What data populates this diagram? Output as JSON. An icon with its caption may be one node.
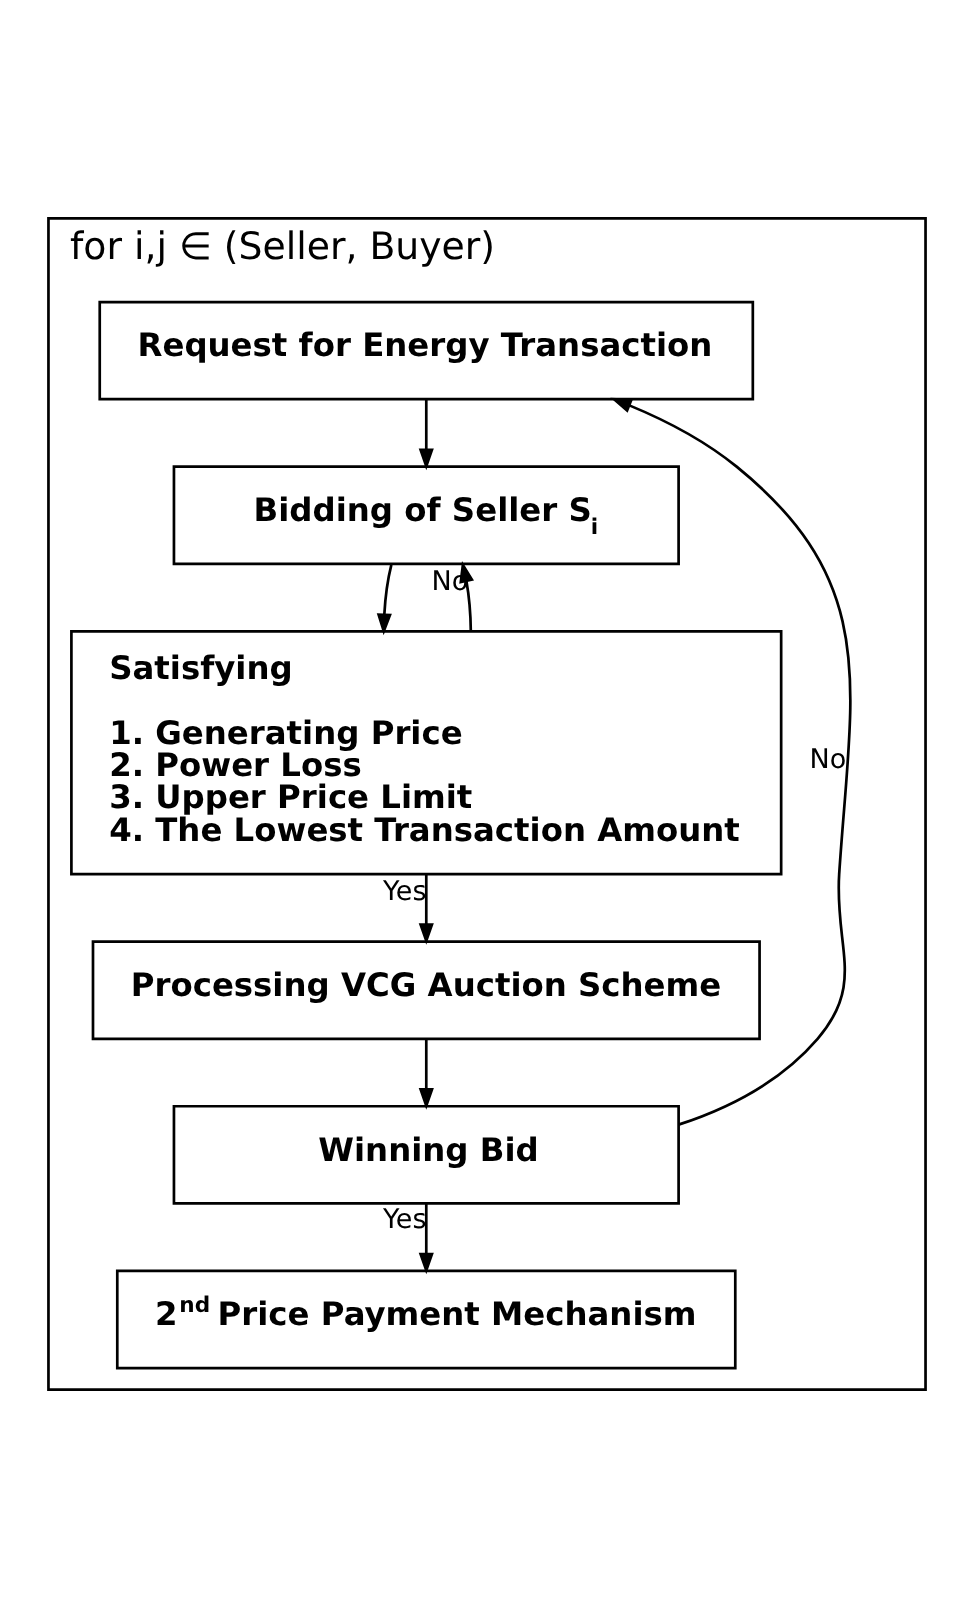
{
  "diagram": {
    "nodes": [
      {
        "text": [
          "for i,j ∈ (Seller, Buyer)"
        ]
      },
      {
        "text": [
          "Request for Energy Transaction"
        ],
        "in": 0
      },
      {
        "text": [
          "Bidding of Seller S$_{i}$"
        ],
        "in": 0
      },
      {
        "text": [
          "Satisfying",
          "1. Generating Price",
          "2. Power Loss",
          "3. Upper Price Limit",
          "4. The Lowest Transaction Amount"
        ],
        "in": 0
      },
      {
        "text": [
          "Processing VCG Auction Scheme"
        ],
        "in": 0
      },
      {
        "text": [
          "Winning Bid"
        ],
        "in": 0
      },
      {
        "text": [
          "2$^{nd}$ Price Payment Mechanism"
        ],
        "in": 0
      }
    ],
    "edges": [
      {
        "from": 1,
        "to": 2,
        "arrow": "to"
      },
      {
        "from": 2,
        "to": 3,
        "arrow": "to"
      },
      {
        "from": 3,
        "to": 2,
        "arrow": "to",
        "label": "No"
      },
      {
        "from": 3,
        "to": 4,
        "arrow": "to",
        "label": "Yes"
      },
      {
        "from": 4,
        "to": 5,
        "arrow": "to"
      },
      {
        "from": 5,
        "to": 0,
        "arrow": "to",
        "label": "No"
      },
      {
        "from": 5,
        "to": 6,
        "arrow": "to",
        "label": "Yes"
      }
    ]
  }
}
